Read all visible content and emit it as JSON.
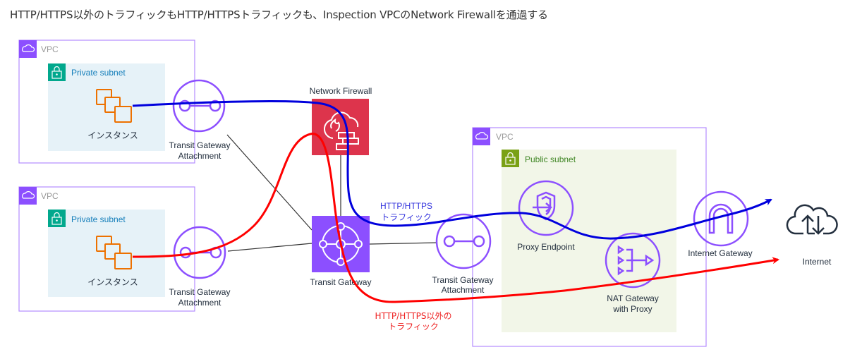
{
  "caption": "HTTP/HTTPS以外のトラフィックもHTTP/HTTPSトラフィックも、Inspection VPCのNetwork Firewallを通過する",
  "colors": {
    "vpc_border": "#8c4fff",
    "private_subnet_fill": "#e6f2f8",
    "private_subnet_icon": "#01a88d",
    "private_subnet_text": "#147eba",
    "public_subnet_fill": "#f2f6e8",
    "public_subnet_icon": "#7aa116",
    "public_subnet_text": "#3f8624",
    "instance": "#ed7100",
    "network_firewall": "#dd344c",
    "transit_gateway": "#8c4fff",
    "http_flow": "#0000dd",
    "non_http_flow": "#ff0000",
    "connector": "#333333"
  },
  "vpcs": {
    "spoke1": {
      "label": "VPC",
      "subnet_label": "Private subnet",
      "instance_label": "インスタンス",
      "attachment_label": [
        "Transit Gateway",
        "Attachment"
      ]
    },
    "spoke2": {
      "label": "VPC",
      "subnet_label": "Private subnet",
      "instance_label": "インスタンス",
      "attachment_label": [
        "Transit Gateway",
        "Attachment"
      ]
    },
    "egress": {
      "label": "VPC",
      "subnet_label": "Public subnet",
      "attachment_label": [
        "Transit Gateway",
        "Attachment"
      ]
    }
  },
  "nodes": {
    "network_firewall": "Network Firewall",
    "transit_gateway": "Transit Gateway",
    "proxy_endpoint": "Proxy Endpoint",
    "nat_gateway": [
      "NAT Gateway",
      "with Proxy"
    ],
    "internet_gateway": "Internet Gateway",
    "internet": "Internet"
  },
  "flows": {
    "http": [
      "HTTP/HTTPS",
      "トラフィック"
    ],
    "non_http": [
      "HTTP/HTTPS以外の",
      "トラフィック"
    ]
  }
}
